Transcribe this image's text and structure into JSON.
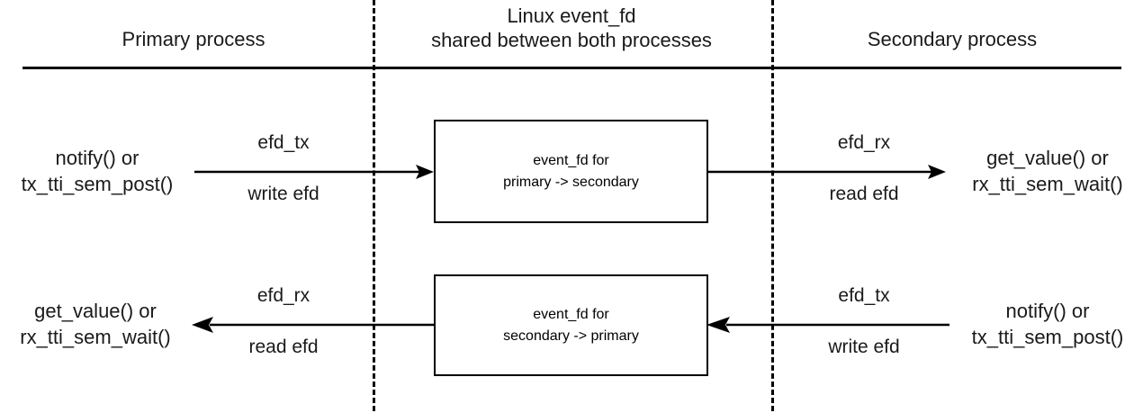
{
  "diagram": {
    "type": "sequence-block-diagram",
    "background": "#ffffff",
    "line_color": "#000000",
    "text_color": "#1a1a1a",
    "headers": {
      "left": "Primary process",
      "middle_line1": "Linux event_fd",
      "middle_line2": "shared between both processes",
      "right": "Secondary process"
    },
    "rows": [
      {
        "id": "primary-to-secondary",
        "left_endpoint_line1": "notify() or",
        "left_endpoint_line2": "tx_tti_sem_post()",
        "left_label_above": "efd_tx",
        "left_label_below": "write efd",
        "box_line1": "event_fd for",
        "box_line2": "primary -> secondary",
        "right_label_above": "efd_rx",
        "right_label_below": "read efd",
        "right_endpoint_line1": "get_value() or",
        "right_endpoint_line2": "rx_tti_sem_wait()"
      },
      {
        "id": "secondary-to-primary",
        "left_endpoint_line1": "get_value() or",
        "left_endpoint_line2": "rx_tti_sem_wait()",
        "left_label_above": "efd_rx",
        "left_label_below": "read efd",
        "box_line1": "event_fd for",
        "box_line2": "secondary -> primary",
        "right_label_above": "efd_tx",
        "right_label_below": "write efd",
        "right_endpoint_line1": "notify() or",
        "right_endpoint_line2": "tx_tti_sem_post()"
      }
    ]
  }
}
